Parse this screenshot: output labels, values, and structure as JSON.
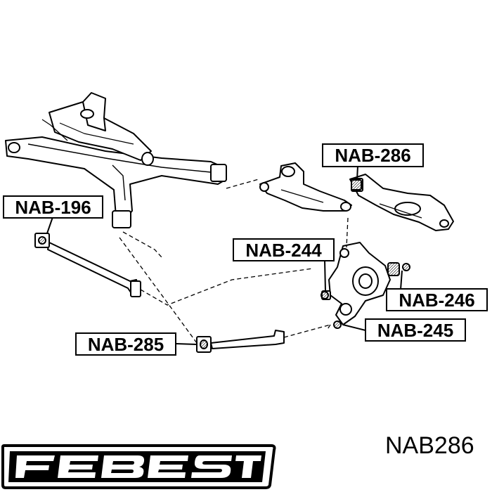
{
  "callouts": {
    "nab_286": "NAB-286",
    "nab_196": "NAB-196",
    "nab_244": "NAB-244",
    "nab_246": "NAB-246",
    "nab_245": "NAB-245",
    "nab_285": "NAB-285"
  },
  "brand": {
    "logo_text": "FEBEST",
    "logo_color": "#000000"
  },
  "part_number": "NAB286"
}
